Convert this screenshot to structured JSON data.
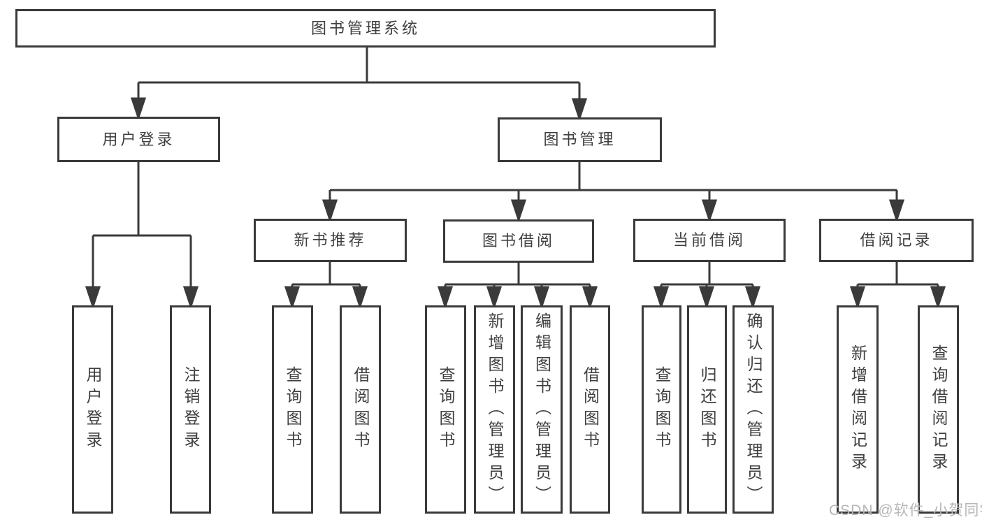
{
  "tree": {
    "root": {
      "label": "图书管理系统"
    },
    "branches": [
      {
        "label": "用户登录",
        "children": [
          {
            "label": "用户登录"
          },
          {
            "label": "注销登录"
          }
        ]
      },
      {
        "label": "图书管理",
        "children": [
          {
            "label": "新书推荐",
            "children": [
              {
                "label": "查询图书"
              },
              {
                "label": "借阅图书"
              }
            ]
          },
          {
            "label": "图书借阅",
            "children": [
              {
                "label": "查询图书"
              },
              {
                "label": "新增图书（管理员）"
              },
              {
                "label": "编辑图书（管理员）"
              },
              {
                "label": "借阅图书"
              }
            ]
          },
          {
            "label": "当前借阅",
            "children": [
              {
                "label": "查询图书"
              },
              {
                "label": "归还图书"
              },
              {
                "label": "确认归还（管理员）"
              }
            ]
          },
          {
            "label": "借阅记录",
            "children": [
              {
                "label": "新增借阅记录"
              },
              {
                "label": "查询借阅记录"
              }
            ]
          }
        ]
      }
    ]
  },
  "watermark": {
    "text": "CSDN @软件_小贺同学"
  },
  "colors": {
    "line": "#3a3a3a",
    "text": "#3f3f3f",
    "watermark": "#b6b6b6",
    "background": "#ffffff"
  }
}
